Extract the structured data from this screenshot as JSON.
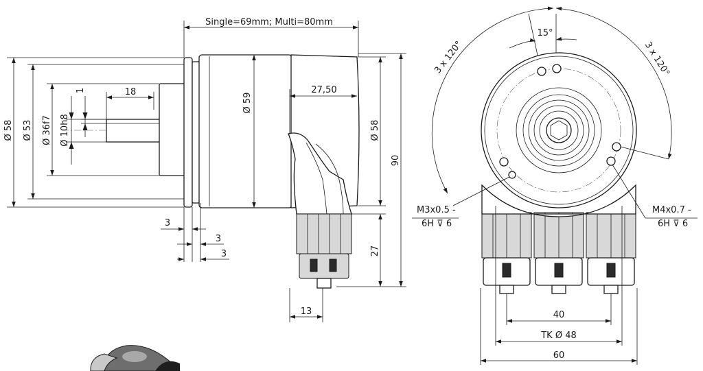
{
  "side_view": {
    "length_label": "Single=69mm; Multi=80mm",
    "dia_58_label": "Ø 58",
    "dia_53_label": "Ø 53",
    "dia_36f7_label": "Ø 36f7",
    "dia_10h8_label": "Ø 10h8",
    "flat_1_label": "1",
    "shaft_18_label": "18",
    "body_dia_59_label": "Ø 59",
    "connector_offset_label": "27,50",
    "rear_dia_58_label": "Ø 58",
    "height_90_label": "90",
    "height_27_label": "27",
    "width_13_label": "13",
    "step_3a_label": "3",
    "step_3b_label": "3",
    "step_3c_label": "3"
  },
  "front_view": {
    "angle_left_label": "3 x 120°",
    "angle_right_label": "3 x 120°",
    "angle_15_label": "15°",
    "thread_m3_line1": "M3x0.5 -",
    "thread_m3_line2": "6H ⊽ 6",
    "thread_m4_line1": "M4x0.7 -",
    "thread_m4_line2": "6H ⊽ 6",
    "spacing_40_label": "40",
    "tk_label": "TK Ø 48",
    "width_60_label": "60"
  }
}
